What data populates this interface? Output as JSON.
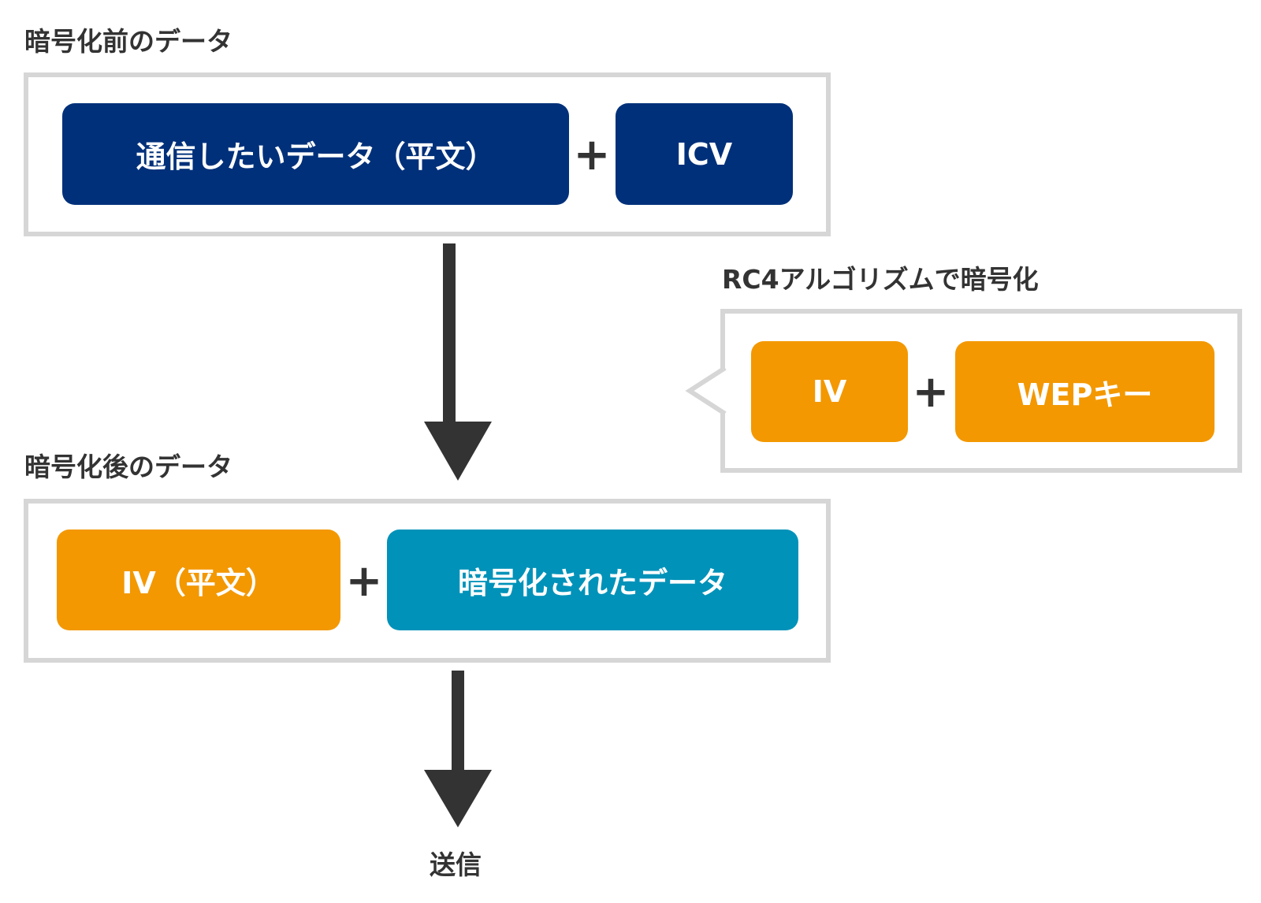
{
  "colors": {
    "navy": "#00307a",
    "orange": "#f39800",
    "teal": "#0092b9",
    "frame": "#d6d6d6",
    "arrow": "#333333",
    "text": "#333333"
  },
  "before": {
    "heading": "暗号化前のデータ",
    "plaintext": "通信したいデータ（平文）",
    "plus": "+",
    "icv": "ICV"
  },
  "rc4": {
    "heading": "RC4アルゴリズムで暗号化",
    "iv": "IV",
    "plus": "+",
    "wep_key": "WEPキー"
  },
  "after": {
    "heading": "暗号化後のデータ",
    "iv_plain": "IV（平文）",
    "plus": "+",
    "encrypted": "暗号化されたデータ"
  },
  "send": "送信"
}
